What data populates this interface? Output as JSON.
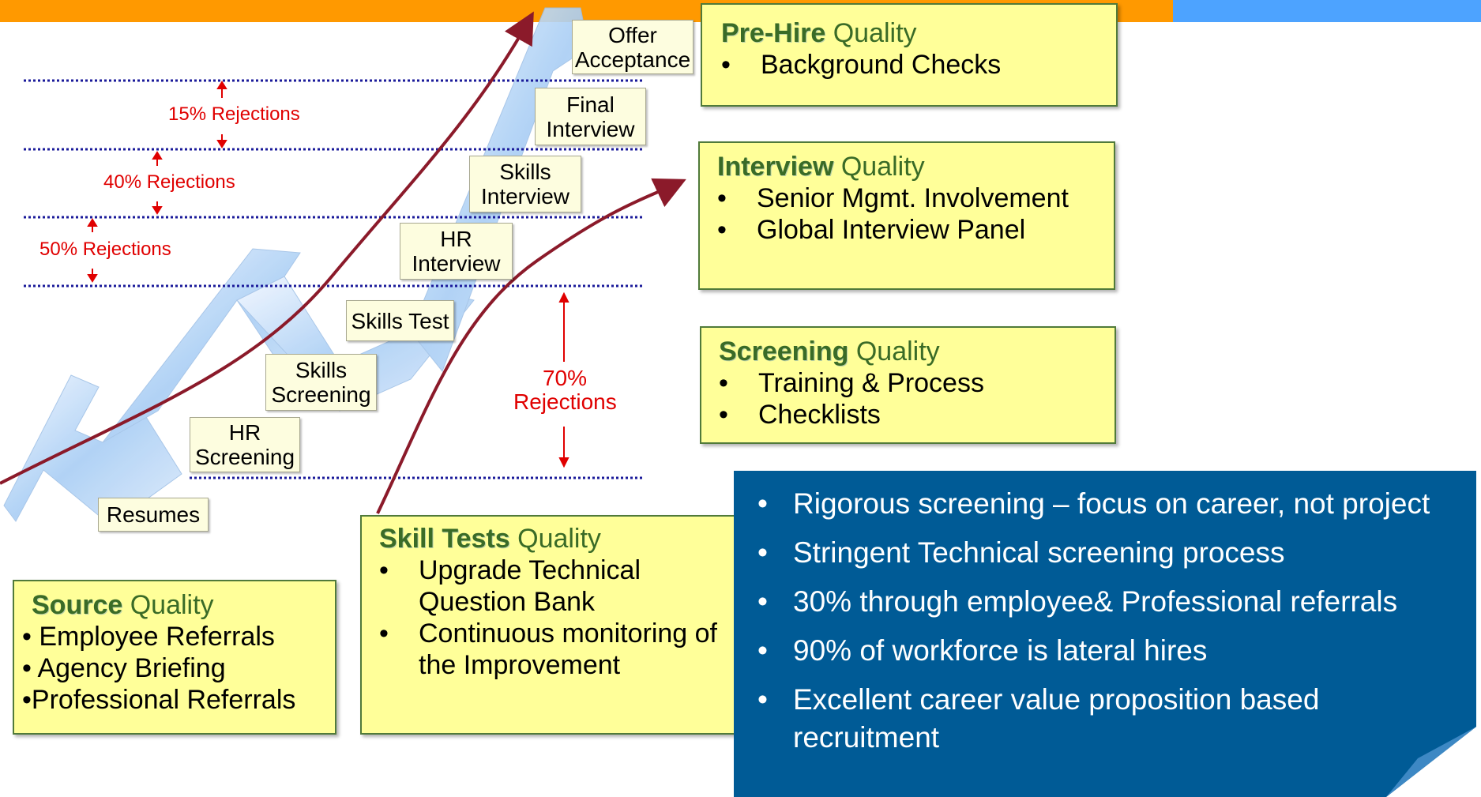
{
  "colors": {
    "header": "#ff9900",
    "header_right": "#4da3ff",
    "arrow": "#8b1a2a",
    "rule": "#1a1a9a",
    "rejection": "#e00000",
    "quality_box": "#ffff99",
    "step_box": "#fdfddf",
    "blue_panel": "#005b96"
  },
  "steps": {
    "resumes": "Resumes",
    "hr_screening": [
      "HR",
      "Screening"
    ],
    "skills_screening": [
      "Skills",
      "Screening"
    ],
    "skills_test": "Skills Test",
    "hr_interview": [
      "HR",
      "Interview"
    ],
    "skills_interview": [
      "Skills",
      "Interview"
    ],
    "final_interview": [
      "Final",
      "Interview"
    ],
    "offer_acceptance": [
      "Offer",
      "Acceptance"
    ]
  },
  "rejections": {
    "r15": "15% Rejections",
    "r40": "40% Rejections",
    "r50": "50% Rejections",
    "r70": [
      "70%",
      "Rejections"
    ]
  },
  "quality_boxes": {
    "pre_hire": {
      "bold": "Pre-Hire",
      "suffix": " Quality",
      "items": [
        "Background Checks"
      ]
    },
    "interview": {
      "bold": "Interview",
      "suffix": " Quality",
      "items": [
        "Senior Mgmt. Involvement",
        "Global Interview Panel"
      ]
    },
    "screening": {
      "bold": "Screening",
      "suffix": " Quality",
      "items": [
        "Training & Process",
        "Checklists"
      ]
    },
    "skill_tests": {
      "bold": "Skill Tests",
      "suffix": " Quality",
      "items": [
        "Upgrade Technical Question Bank",
        "Continuous monitoring of the Improvement"
      ]
    },
    "source": {
      "bold": "Source",
      "suffix": " Quality",
      "items": [
        "• Employee Referrals",
        "• Agency Briefing",
        "•Professional Referrals"
      ]
    }
  },
  "highlights": [
    "Rigorous screening – focus on career, not project",
    "Stringent Technical screening process",
    "30% through employee& Professional referrals",
    "90% of workforce is lateral hires",
    "Excellent career value proposition based recruitment"
  ]
}
